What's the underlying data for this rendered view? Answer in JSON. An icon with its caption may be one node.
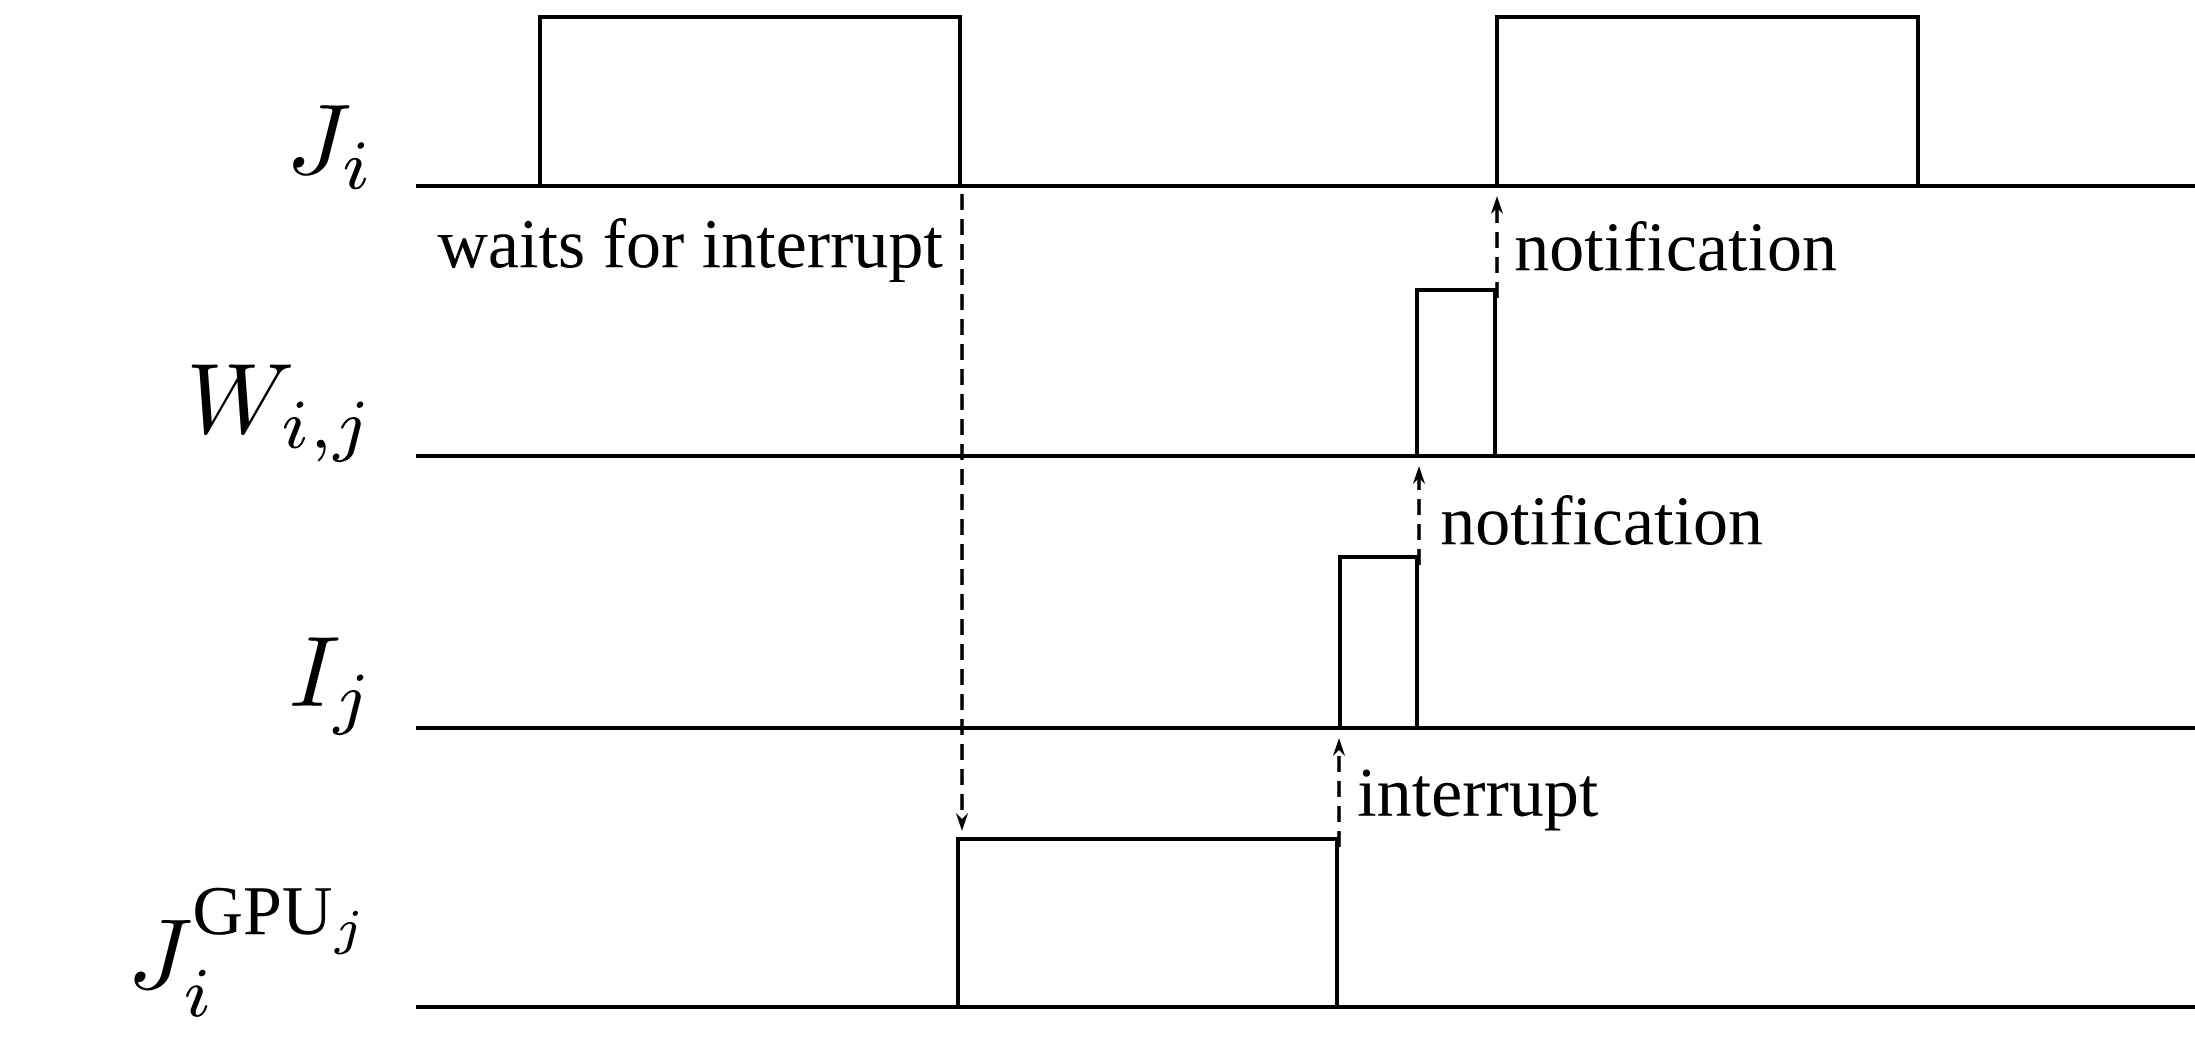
{
  "diagram": {
    "nodes": [
      {
        "text": [],
        "shape": "box"
      },
      {
        "text": [],
        "shape": "box"
      },
      {
        "text": [],
        "shape": "box"
      },
      {
        "text": [],
        "shape": "box"
      },
      {
        "text": [],
        "shape": "box"
      }
    ],
    "edges": [
      {
        "from": 0,
        "to": 4,
        "arrow": "to",
        "style": "dashed",
        "label": "waits for interrupt"
      },
      {
        "from": 4,
        "to": 3,
        "arrow": "to",
        "style": "dashed",
        "label": "interrupt"
      },
      {
        "from": 3,
        "to": 2,
        "arrow": "to",
        "style": "dashed",
        "label": "notification"
      },
      {
        "from": 2,
        "to": 1,
        "arrow": "to",
        "style": "dashed",
        "label": "notification"
      }
    ],
    "labels": [
      "J_i",
      "W_{i,j}",
      "I_j",
      "J_i^{\\mathrm{GPU}_j}"
    ]
  }
}
